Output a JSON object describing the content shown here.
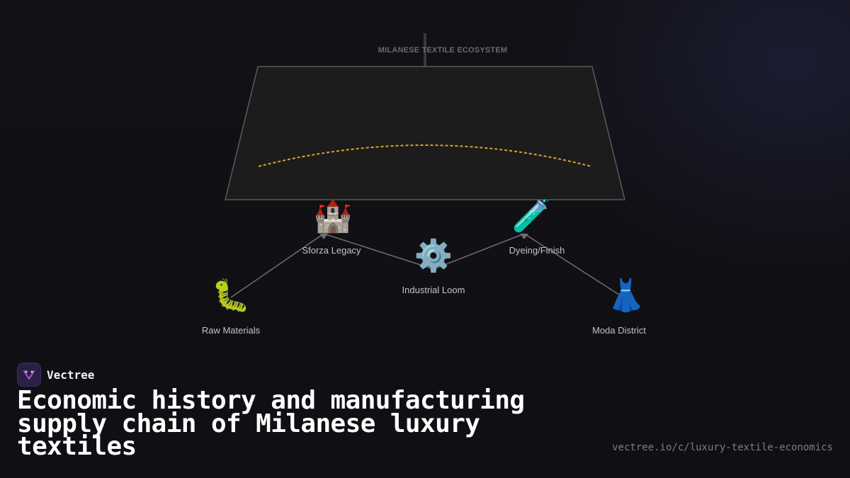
{
  "diagram": {
    "ecosystem_label": "MILANESE TEXTILE ECOSYSTEM",
    "nodes": [
      {
        "id": "raw-materials",
        "label": "Raw Materials",
        "icon": "caterpillar-icon",
        "glyph": "🐛"
      },
      {
        "id": "sforza-legacy",
        "label": "Sforza Legacy",
        "icon": "castle-icon",
        "glyph": "🏰"
      },
      {
        "id": "industrial-loom",
        "label": "Industrial Loom",
        "icon": "gear-icon",
        "glyph": "⚙️"
      },
      {
        "id": "dyeing-finish",
        "label": "Dyeing/Finish",
        "icon": "test-tube-icon",
        "glyph": "🧪"
      },
      {
        "id": "moda-district",
        "label": "Moda District",
        "icon": "dress-icon",
        "glyph": "👗"
      }
    ],
    "colors": {
      "panel_fill": "#1c1c1c",
      "panel_stroke": "#5a5a5a",
      "arc": "#d4a62a",
      "connector": "#6e6e72"
    }
  },
  "brand": {
    "name": "Vectree",
    "logo_icon": "vectree-logo-icon",
    "accent": "#a05ad8"
  },
  "headline": "Economic history and manufacturing supply chain of Milanese luxury textiles",
  "url": "vectree.io/c/luxury-textile-economics"
}
